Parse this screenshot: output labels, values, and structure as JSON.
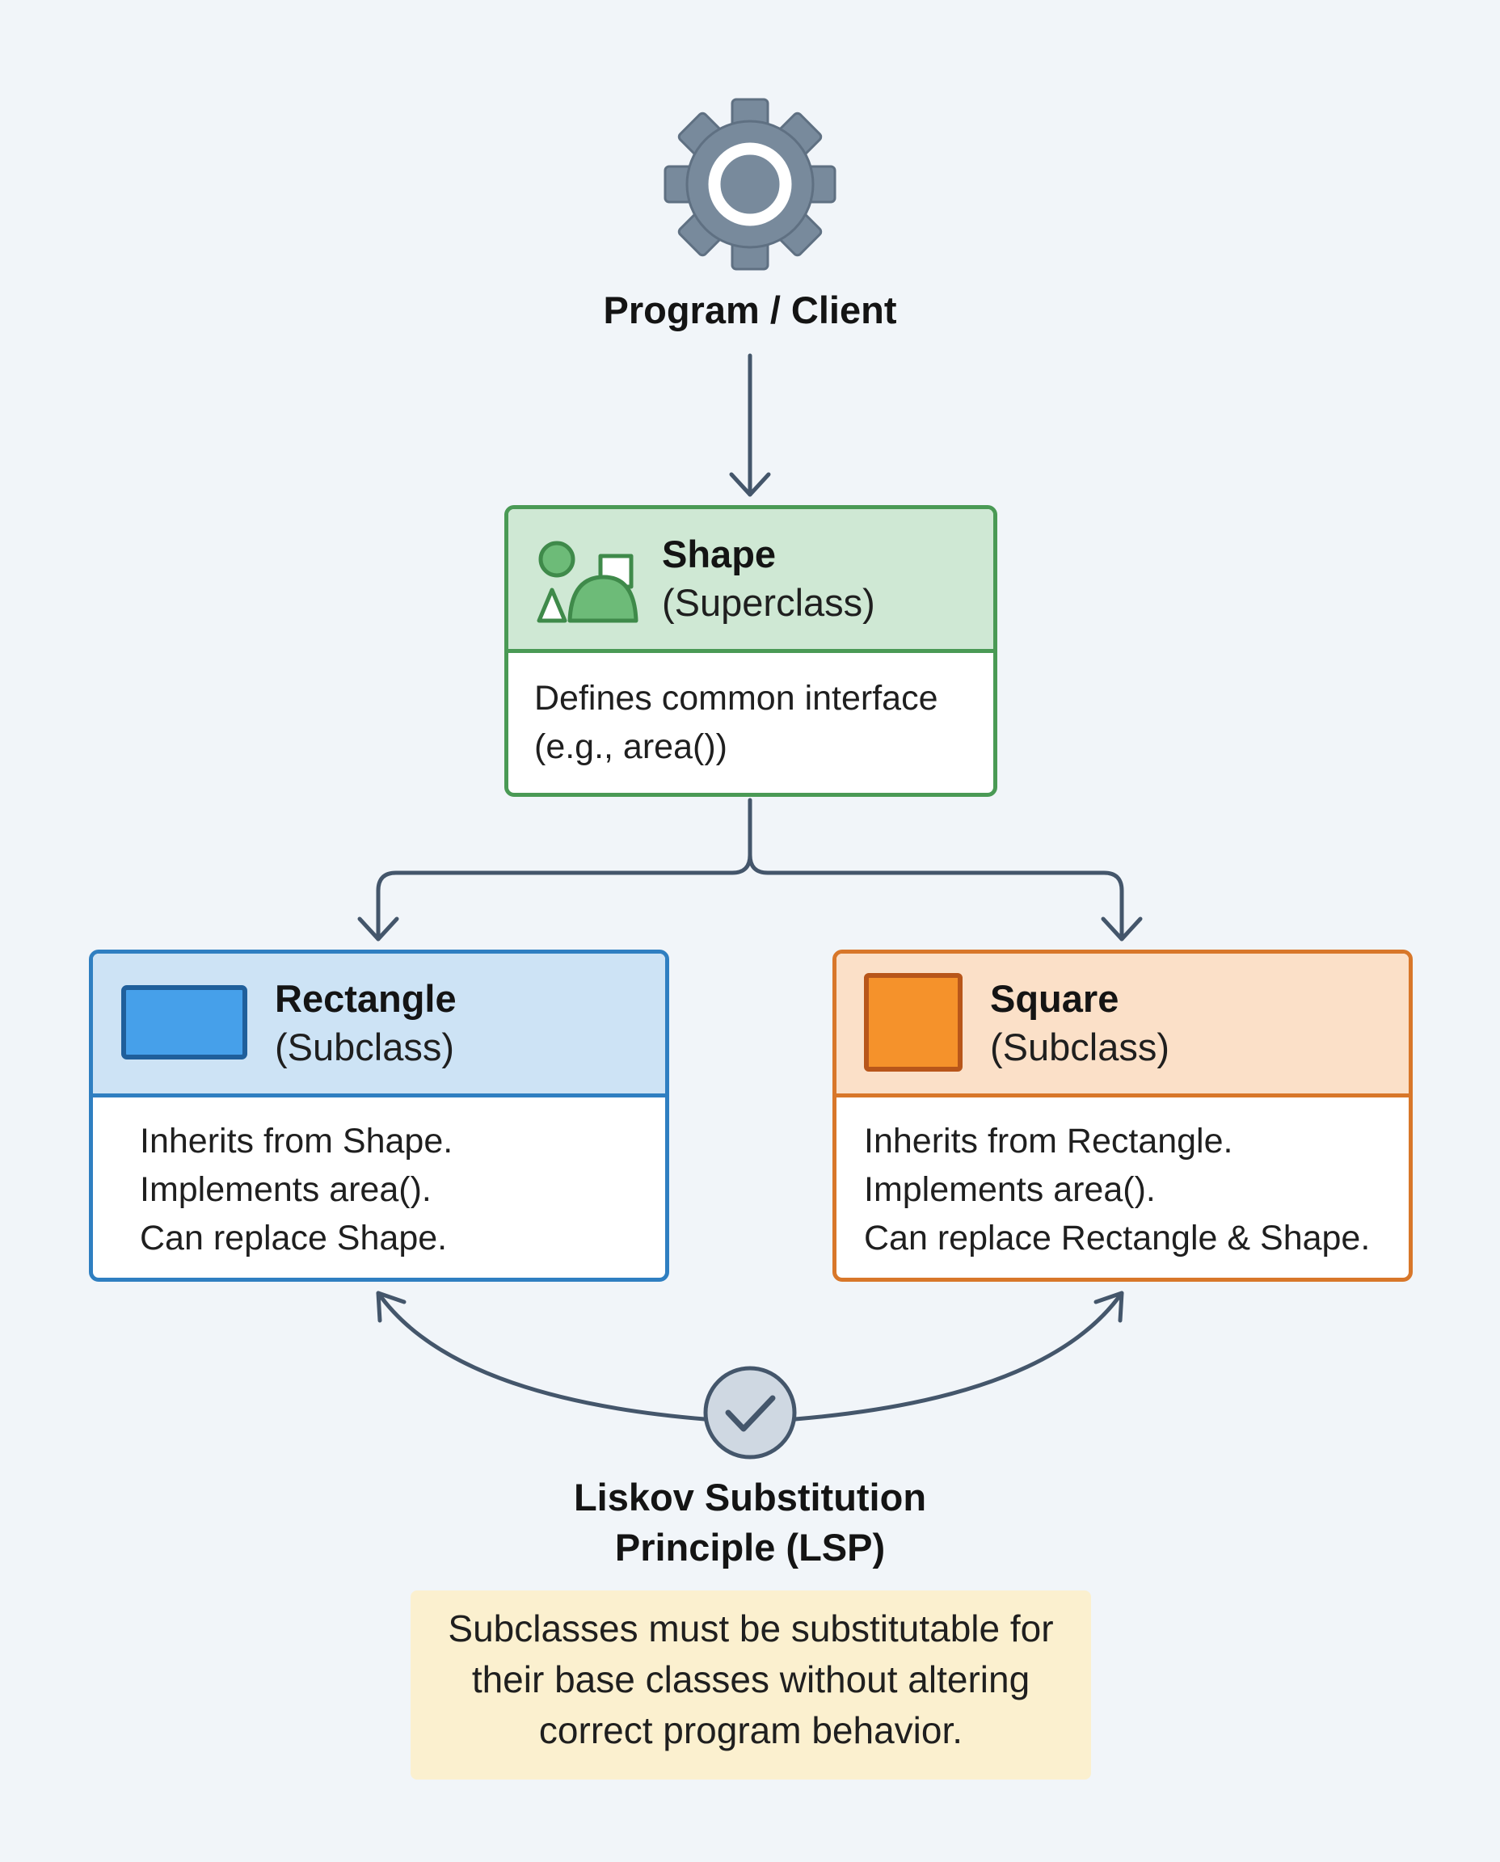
{
  "client": {
    "label": "Program / Client",
    "icon": "gear-icon"
  },
  "shape": {
    "title": "Shape",
    "subtitle": "(Superclass)",
    "lines": [
      "Defines common interface",
      "(e.g., area())"
    ],
    "icon": "shapes-icon",
    "color": "#4a9a55",
    "fill": "#cfe8d4"
  },
  "rectangle": {
    "title": "Rectangle",
    "subtitle": "(Subclass)",
    "lines": [
      "Inherits from Shape.",
      "Implements area().",
      "Can replace Shape."
    ],
    "icon": "rectangle-icon",
    "color": "#2f7fc1",
    "fill": "#cde3f5"
  },
  "square": {
    "title": "Square",
    "subtitle": "(Subclass)",
    "lines": [
      "Inherits from Rectangle.",
      "Implements area().",
      "Can replace Rectangle & Shape."
    ],
    "icon": "square-icon",
    "color": "#d8772a",
    "fill": "#fbe0c8"
  },
  "lsp": {
    "title_lines": [
      "Liskov Substitution",
      "Principle (LSP)"
    ],
    "icon": "check-circle-icon",
    "note_lines": [
      "Subclasses must be substitutable for",
      "their base classes without altering",
      "correct program behavior."
    ]
  }
}
